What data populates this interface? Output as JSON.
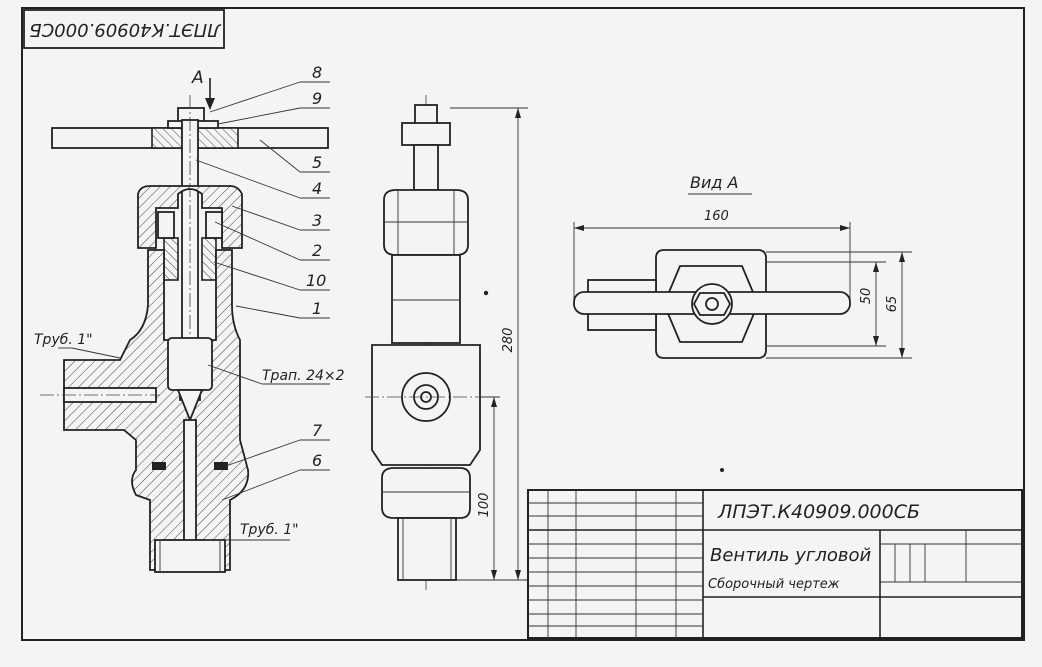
{
  "drawing": {
    "stamp_code_rotated": "ЛПЭТ.К40909.000СБ",
    "view_arrow_label": "А",
    "callouts": [
      "8",
      "9",
      "5",
      "4",
      "3",
      "2",
      "10",
      "1",
      "7",
      "6"
    ],
    "labels": {
      "pipe_top": "Труб. 1\"",
      "thread": "Трап. 24×2",
      "pipe_bottom": "Труб. 1\""
    },
    "dimensions": {
      "height_total": "280",
      "height_lower": "100",
      "view_width": "160",
      "view_h1": "50",
      "view_h2": "65"
    },
    "view_a_title": "Вид А"
  },
  "title_block": {
    "code": "ЛПЭТ.К40909.000СБ",
    "name": "Вентиль угловой",
    "subtitle": "Сборочный чертеж"
  }
}
